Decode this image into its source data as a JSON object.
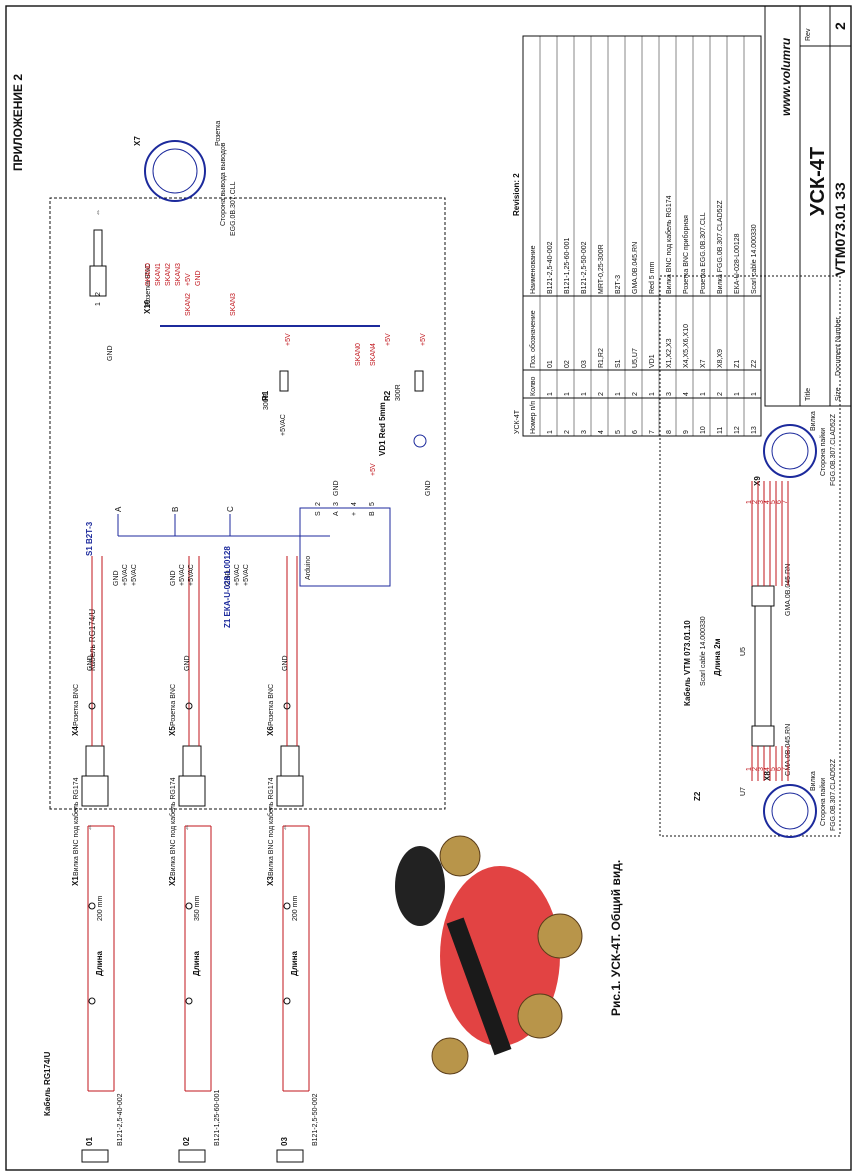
{
  "page": {
    "appendix_title": "ПРИЛОЖЕНИЕ 2",
    "figure_caption": "Рис.1. УСК-4Т. Общий вид."
  },
  "cable_left": {
    "title": "Кабель RG174/U",
    "dim_label": "Длина",
    "rows": [
      {
        "id": "X1",
        "plug": "Вилка BNC под кабель RG174",
        "length": "200 mm",
        "num": "01",
        "part": "В121-2,5-40-002"
      },
      {
        "id": "X2",
        "plug": "Вилка BNC под кабель RG174",
        "length": "350 mm",
        "num": "02",
        "part": "В121-1,25-60-001"
      },
      {
        "id": "X3",
        "plug": "Вилка BNC под кабель RG174",
        "length": "200 mm",
        "num": "03",
        "part": "В121-2,5-50-002"
      }
    ]
  },
  "socket_x": {
    "cable_label": "Кабель RG174/U",
    "gnd": "GND",
    "items": [
      {
        "id": "X4",
        "label": "Розетка BNC"
      },
      {
        "id": "X5",
        "label": "Розетка BNC"
      },
      {
        "id": "X6",
        "label": "Розетка BNC"
      }
    ]
  },
  "switch": {
    "label": "S1  В2Т-3",
    "contacts_a": "A",
    "contacts_b": "B",
    "contacts_c": "C",
    "gnd_rows": [
      "GND",
      "+5VAC",
      "+5VAC"
    ]
  },
  "module": {
    "label": "Z1  ЕКА-U-028-L00128",
    "inner": "Arduino",
    "pins": [
      "S",
      "A",
      "+",
      "B"
    ],
    "gnd": "GND",
    "v5": "+5V"
  },
  "r1": {
    "id": "R1",
    "val": "300R",
    "v": "+5V",
    "v2": "+5VAC"
  },
  "r2": {
    "id": "R2",
    "val": "300R",
    "v": "+5V",
    "vd": "VD1  Red 5mm",
    "gnd": "GND"
  },
  "x10": {
    "id": "X10",
    "label": "Розетка BNC",
    "gnd": "GND",
    "pin1": "1",
    "pin2": "2"
  },
  "x7": {
    "id": "X7",
    "label": "Розетка",
    "side": "Сторона вывода выводов",
    "part": "EGG.0B.307.CLL",
    "nets": [
      "SKAN0",
      "SKAN1",
      "SKAN2",
      "SKAN3",
      "+5V",
      "GND"
    ]
  },
  "nets": {
    "skan2": "SKAN2",
    "skan3": "SKAN3",
    "skan0": "SKAN0",
    "skan4": "SKAN4",
    "p5v": "+5V"
  },
  "bom": {
    "rev_caption": "Revision: 2",
    "project": "УСК-4Т",
    "headers": [
      "Номер п/п",
      "Колво",
      "Поз. обозначение",
      "Наименование"
    ],
    "rows": [
      [
        "1",
        "1",
        "01",
        "В121-2,5-40-002"
      ],
      [
        "2",
        "1",
        "02",
        "В121-1,25-60-001"
      ],
      [
        "3",
        "1",
        "03",
        "В121-2,5-50-002"
      ],
      [
        "4",
        "2",
        "R1,R2",
        "MRT-0,25-300R"
      ],
      [
        "5",
        "1",
        "S1",
        "В2Т-3"
      ],
      [
        "6",
        "2",
        "U5,U7",
        "GMA.0B.045.RN"
      ],
      [
        "7",
        "1",
        "VD1",
        "Red 5 mm"
      ],
      [
        "8",
        "3",
        "X1,X2,X3",
        "Вилка BNC под кабель RG174"
      ],
      [
        "9",
        "4",
        "X4,X5,X6,X10",
        "Розетка BNC приборная"
      ],
      [
        "10",
        "1",
        "X7",
        "Розетка EGG.0B.307.CLL"
      ],
      [
        "11",
        "2",
        "X8,X9",
        "Вилка FGG.0B.307.CLAD52Z"
      ],
      [
        "12",
        "1",
        "Z1",
        "ЕКА-U-028-L00128"
      ],
      [
        "13",
        "1",
        "Z2",
        "Scarl cable 14.000330"
      ]
    ]
  },
  "title_block": {
    "url": "www.volumru",
    "title_lbl": "Title",
    "title": "УСК-4Т",
    "size_lbl": "Size",
    "doc_lbl": "Document Number",
    "doc": "VTM073.01 ЗЗ",
    "rev_lbl": "Rev",
    "rev": "2"
  },
  "cable2": {
    "title": "Кабель  VTM 073.01.10",
    "part": "Scarl cable 14.000330",
    "length": "Длина  2м",
    "z2": "Z2",
    "u5": "U5",
    "u7": "U7",
    "u5_part": "GMA.0B.045.RN",
    "u7_part": "GMA.0B.045.RN",
    "x8": "X8",
    "x9": "X9",
    "x8_lbl": "Вилка",
    "x9_lbl": "Вилка",
    "side": "Сторона пайки",
    "x8_part": "FGG.0B.307.CLAD52Z",
    "x9_part": "FGG.0B.307.CLAD52Z",
    "pins": [
      "1",
      "2",
      "3",
      "4",
      "5",
      "6",
      "7"
    ]
  },
  "colors": {
    "wire": "#c0141b",
    "bus": "#1c2a9c",
    "ink": "#111111"
  }
}
